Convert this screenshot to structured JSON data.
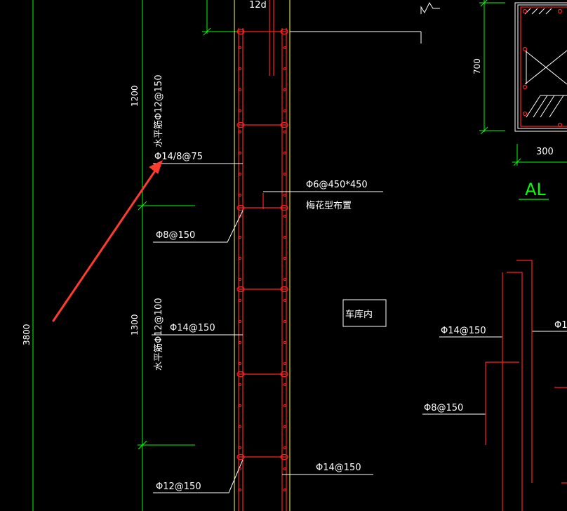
{
  "drawing": {
    "colors": {
      "background": "#000000",
      "dimension": "#00ff00",
      "rebar": "#ff2020",
      "wall": "#ffff66",
      "leader": "#ffffff",
      "annotation_arrow": "#ff3b30",
      "section_label": "#00ff00"
    },
    "dimensions": {
      "total_height": "3800",
      "upper_segment": "1200",
      "lower_segment": "1300",
      "section_height": "700",
      "section_width": "300",
      "lap_top": "12d"
    },
    "labels": {
      "horiz_upper": "水平筋Φ12@150",
      "horiz_lower": "水平筋Φ12@100",
      "stirrup_top": "Φ14/8@75",
      "tie_spec": "Φ6@450*450",
      "tie_layout": "梅花型布置",
      "stirrup_8": "Φ8@150",
      "vert_left_14": "Φ14@150",
      "garage_inside": "车库内",
      "bottom_left_12": "Φ12@150",
      "bottom_right_14": "Φ14@150",
      "right_14": "Φ14@150",
      "right_8": "Φ8@150",
      "right_edge_partial": "Φ1",
      "section_name": "AL"
    }
  }
}
